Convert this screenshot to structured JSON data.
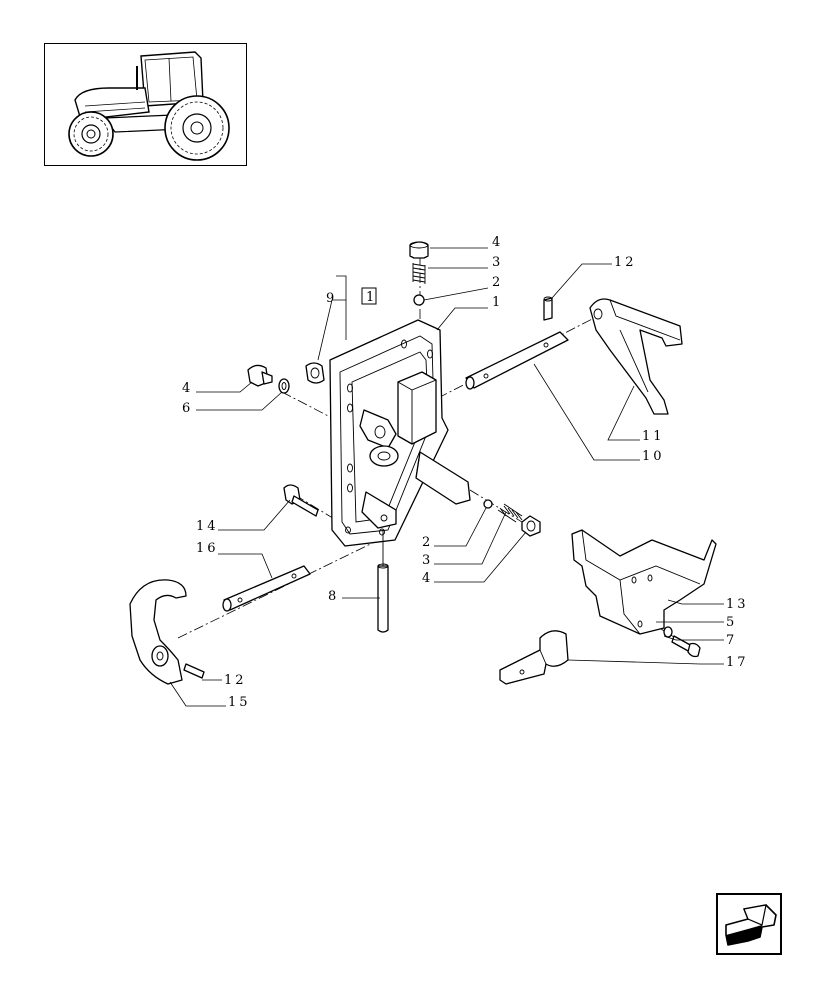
{
  "diagram": {
    "reference_box_label": "1",
    "callouts": {
      "c4_top": "4",
      "c3_top": "3",
      "c2_top": "2",
      "c1_top": "1",
      "c12_top": "12",
      "c9": "9",
      "c4_left": "4",
      "c6_left": "6",
      "c11": "11",
      "c10": "10",
      "c14": "14",
      "c16": "16",
      "c2_mid": "2",
      "c3_mid": "3",
      "c4_mid": "4",
      "c8": "8",
      "c13": "13",
      "c5": "5",
      "c7": "7",
      "c17": "17",
      "c12_bottom": "12",
      "c15": "15"
    }
  },
  "icons": {
    "thumbnail": "tractor-icon",
    "navigation": "arrow-icon"
  },
  "colors": {
    "ink": "#000000",
    "background": "#ffffff"
  }
}
